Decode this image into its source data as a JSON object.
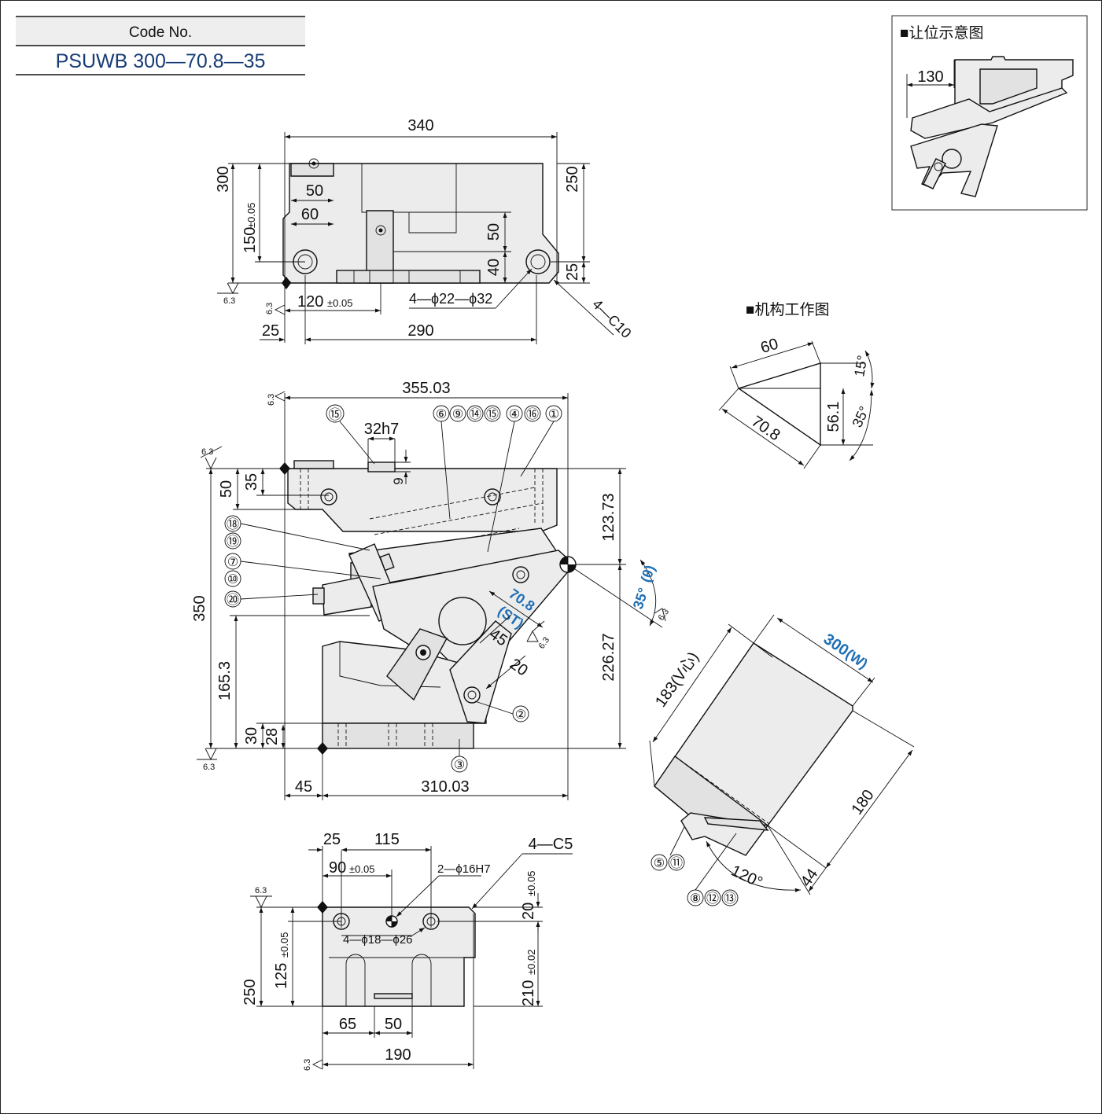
{
  "header": {
    "code_label": "Code No.",
    "code_value": "PSUWB 300—70.8—35"
  },
  "inset_retract": {
    "title": "■让位示意图",
    "dim_130": "130"
  },
  "inset_mechanism": {
    "title": "■机构工作图",
    "dim_60": "60",
    "dim_70_8": "70.8",
    "dim_56_1": "56.1",
    "angle_15": "15°",
    "angle_35": "35°"
  },
  "top_view": {
    "d340": "340",
    "d300": "300",
    "d150": "150",
    "d150_tol": "±0.05",
    "d50a": "50",
    "d60": "60",
    "d50b": "50",
    "d40": "40",
    "d250": "250",
    "d25r": "25",
    "d120": "120",
    "d120_tol": "±0.05",
    "d4phi": "4—ϕ22—ϕ32",
    "d4c10": "4—C10",
    "d25": "25",
    "d290": "290",
    "r63a": "6.3",
    "r63b": "6.3"
  },
  "front_view": {
    "d355": "355.03",
    "c17": "⑮",
    "d32h7": "32h7",
    "d9": "9",
    "callouts_top": [
      "⑥",
      "⑨",
      "⑭",
      "⑮",
      "④",
      "⑯",
      "①"
    ],
    "d35": "35",
    "d50": "50",
    "d123": "123.73",
    "c18": "⑱",
    "c19": "⑲",
    "c7": "⑦",
    "c10": "⑩",
    "c20": "⑳",
    "d350": "350",
    "d165": "165.3",
    "d30": "30",
    "d28": "28",
    "st_value": "70.8",
    "st_label": "(ST)",
    "d45a": "45",
    "d20": "20",
    "angle": "35°",
    "theta": "(θ)",
    "d226": "226.27",
    "c2": "②",
    "c3": "③",
    "d45": "45",
    "d310": "310.03",
    "r63a": "6.3",
    "r63b": "6.3",
    "r63c": "6.3",
    "r63d": "6.3",
    "r63e": "6.3"
  },
  "bottom_view": {
    "d25": "25",
    "d115": "115",
    "d4c5": "4—C5",
    "d90": "90",
    "d90_tol": "±0.05",
    "d2phi": "2—ϕ16H7",
    "d20": "20",
    "d20_tol": "±0.05",
    "d4phi": "4—ϕ18—ϕ26",
    "d125": "125",
    "d125_tol": "±0.05",
    "d250": "250",
    "d210": "210",
    "d210_tol": "±0.02",
    "d65": "65",
    "d50": "50",
    "d190": "190",
    "r63a": "6.3",
    "r63b": "6.3"
  },
  "side_view": {
    "d300w": "300",
    "d300w_paren": "(W)",
    "d183": "183(V心)",
    "d180": "180",
    "c5": "⑤",
    "c11": "⑪",
    "c8": "⑧",
    "c12": "⑫",
    "c13": "⑬",
    "a120": "120°",
    "d44": "44"
  },
  "colors": {
    "line": "#111111",
    "fill": "#ececec",
    "accent_blue": "#1f6fb5",
    "header_bg": "#eeeeee"
  }
}
